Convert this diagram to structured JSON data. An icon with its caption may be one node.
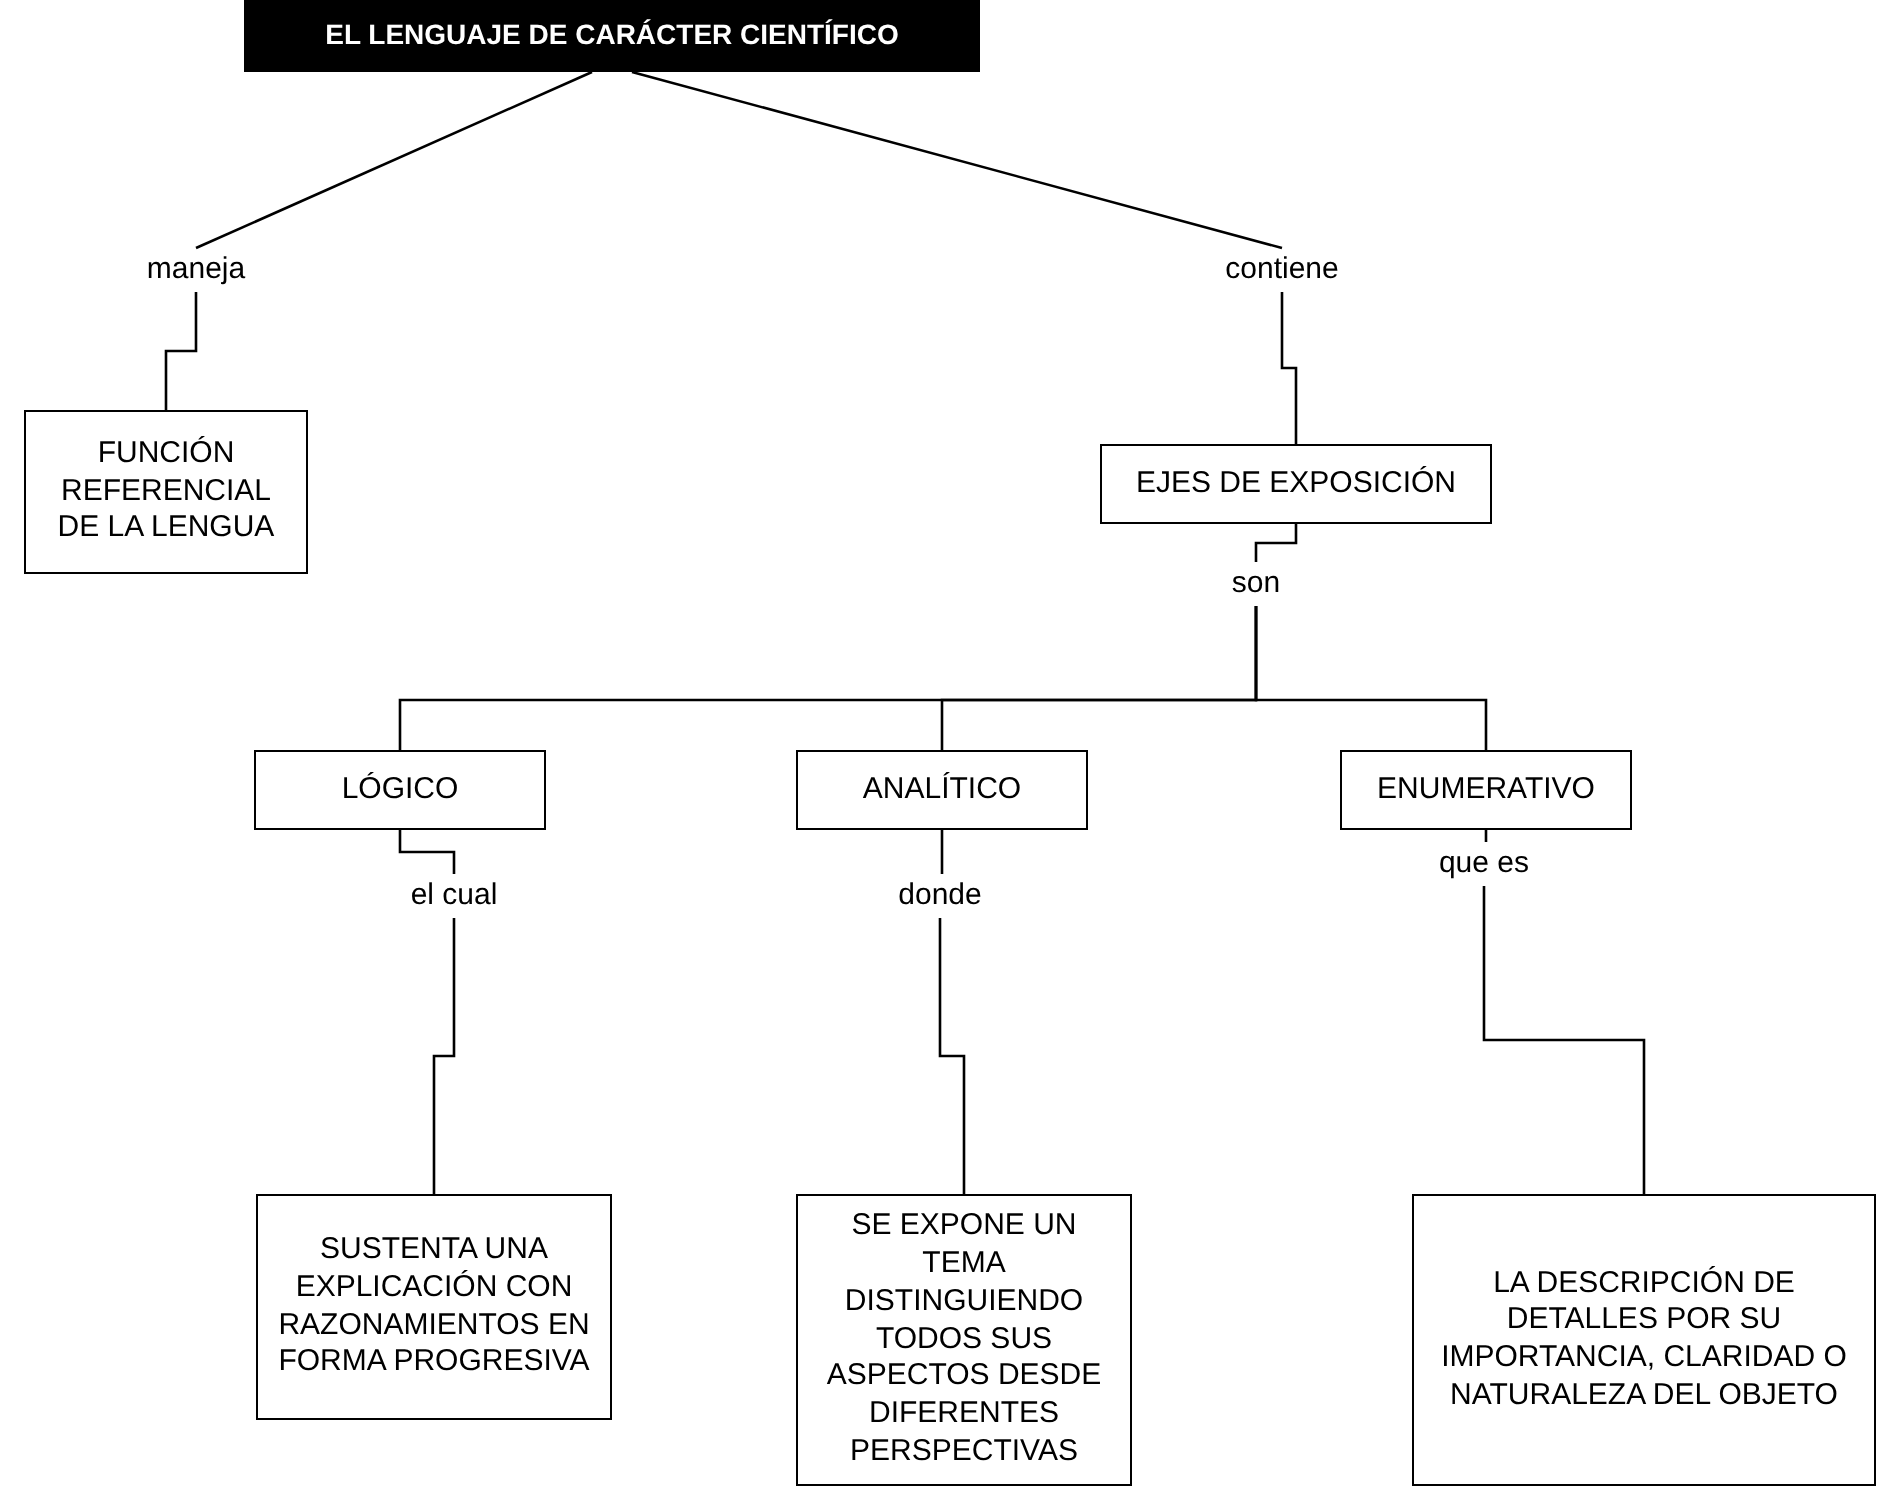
{
  "diagram": {
    "nodes": [
      {
        "text": [
          "EL LENGUAJE DE CARÁCTER CIENTÍFICO"
        ]
      },
      {
        "text": [
          "maneja"
        ]
      },
      {
        "text": [
          "contiene"
        ]
      },
      {
        "text": [
          "FUNCIÓN REFERENCIAL DE LA LENGUA"
        ]
      },
      {
        "text": [
          "EJES DE EXPOSICIÓN"
        ]
      },
      {
        "text": [
          "son"
        ]
      },
      {
        "text": [
          "LÓGICO"
        ]
      },
      {
        "text": [
          "ANALÍTICO"
        ]
      },
      {
        "text": [
          "ENUMERATIVO"
        ]
      },
      {
        "text": [
          "el cual"
        ]
      },
      {
        "text": [
          "donde"
        ]
      },
      {
        "text": [
          "que es"
        ]
      },
      {
        "text": [
          "SUSTENTA UNA EXPLICACIÓN CON RAZONAMIENTOS EN FORMA PROGRESIVA"
        ]
      },
      {
        "text": [
          "SE EXPONE UN TEMA DISTINGUIENDO TODOS SUS ASPECTOS DESDE DIFERENTES PERSPECTIVAS"
        ]
      },
      {
        "text": [
          "LA DESCRIPCIÓN DE DETALLES POR SU IMPORTANCIA, CLARIDAD O NATURALEZA DEL OBJETO"
        ]
      }
    ],
    "edges": [
      {
        "from": 0,
        "to": 1,
        "arrow": "none"
      },
      {
        "from": 0,
        "to": 2,
        "arrow": "none"
      },
      {
        "from": 1,
        "to": 3,
        "arrow": "none"
      },
      {
        "from": 2,
        "to": 4,
        "arrow": "none"
      },
      {
        "from": 4,
        "to": 5,
        "arrow": "none"
      },
      {
        "from": 5,
        "to": 6,
        "arrow": "none"
      },
      {
        "from": 5,
        "to": 7,
        "arrow": "none"
      },
      {
        "from": 5,
        "to": 8,
        "arrow": "none"
      },
      {
        "from": 6,
        "to": 9,
        "arrow": "none"
      },
      {
        "from": 7,
        "to": 10,
        "arrow": "none"
      },
      {
        "from": 8,
        "to": 11,
        "arrow": "none"
      },
      {
        "from": 9,
        "to": 12,
        "arrow": "none"
      },
      {
        "from": 10,
        "to": 13,
        "arrow": "none"
      },
      {
        "from": 11,
        "to": 14,
        "arrow": "none"
      }
    ]
  }
}
